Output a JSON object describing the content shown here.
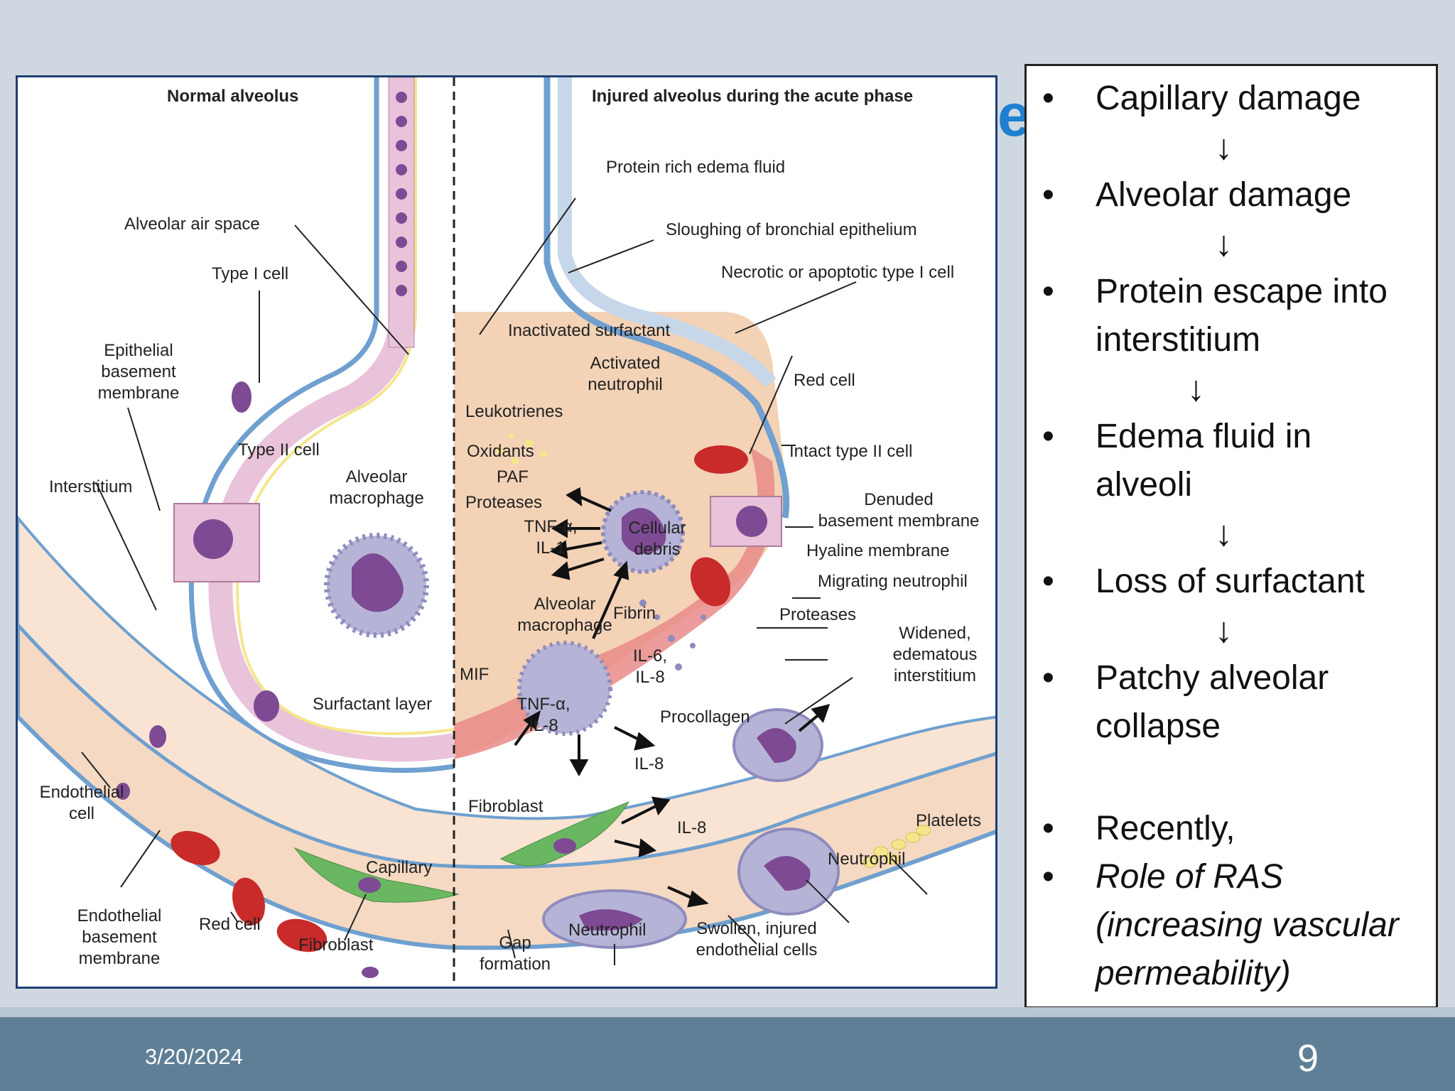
{
  "title_fragment": "e",
  "diagram": {
    "headings": {
      "normal": "Normal alveolus",
      "injured": "Injured alveolus during the acute phase"
    },
    "labels_left": {
      "alveolar_air_space": "Alveolar air space",
      "type1": "Type I cell",
      "ebm1": "Epithelial",
      "ebm2": "basement",
      "ebm3": "membrane",
      "interstitium": "Interstitium",
      "type2": "Type II cell",
      "am1": "Alveolar",
      "am2": "macrophage",
      "surfactant": "Surfactant layer",
      "endo1": "Endothelial",
      "endo2": "cell",
      "endobm1": "Endothelial",
      "endobm2": "basement",
      "endobm3": "membrane",
      "redcell": "Red cell",
      "fibroblast": "Fibroblast",
      "capillary": "Capillary"
    },
    "labels_right": {
      "protein": "Protein rich edema fluid",
      "sloughing": "Sloughing of bronchial epithelium",
      "necrotic": "Necrotic or apoptotic type I cell",
      "inactivated": "Inactivated surfactant",
      "an1": "Activated",
      "an2": "neutrophil",
      "redcell": "Red cell",
      "leuko": "Leukotrienes",
      "oxidants": "Oxidants",
      "paf": "PAF",
      "proteases": "Proteases",
      "intact": "Intact type II cell",
      "tnf1a": "TNF-α,",
      "tnf1b": "IL-1",
      "cd1": "Cellular",
      "cd2": "debris",
      "dbm1": "Denuded",
      "dbm2": "basement membrane",
      "hyaline": "Hyaline membrane",
      "migrating": "Migrating neutrophil",
      "am1": "Alveolar",
      "am2": "macrophage",
      "fibrin": "Fibrin",
      "proteases2": "Proteases",
      "w1": "Widened,",
      "w2": "edematous",
      "w3": "interstitium",
      "mif": "MIF",
      "il6a": "IL-6,",
      "il6b": "IL-8",
      "tnf2a": "TNF-α,",
      "tnf2b": "IL-8",
      "procollagen": "Procollagen",
      "il8a": "IL-8",
      "fibroblast": "Fibroblast",
      "il8b": "IL-8",
      "platelets": "Platelets",
      "neutrophil1": "Neutrophil",
      "gap1": "Gap",
      "gap2": "formation",
      "neutrophil2": "Neutrophil",
      "sw1": "Swollen, injured",
      "sw2": "endothelial cells"
    }
  },
  "bullets": [
    "Capillary damage",
    "Alveolar damage",
    "Protein escape into",
    "interstitium",
    "Edema fluid in",
    "alveoli",
    "Loss of surfactant",
    "Patchy alveolar",
    "collapse",
    "Recently,",
    "Role of RAS",
    "(increasing vascular",
    "permeability)"
  ],
  "arrow_glyph": "↓",
  "footer": {
    "date": "3/20/2024",
    "page": "9"
  },
  "colors": {
    "tissue": "#f6d9c2",
    "membrane": "#6fa0cf",
    "epithelium": "#e9c3d9",
    "nucleus": "#7d4a93",
    "redcell": "#c92a2a",
    "edema": "#f3d2b6",
    "hyaline": "#e98b88",
    "fibroblast": "#6ab761",
    "footer": "#5f7f96"
  }
}
